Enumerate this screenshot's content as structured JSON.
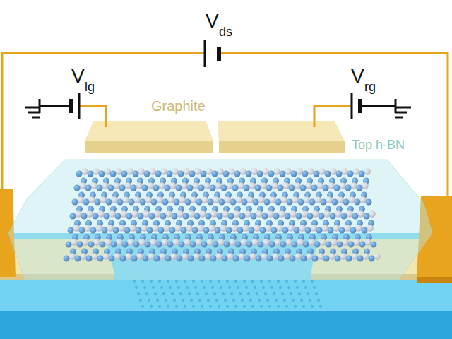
{
  "diagram": {
    "labels": [
      "V",
      "ds",
      "V",
      "lg",
      "V",
      "rg",
      "Graphite",
      "Top h-BN"
    ]
  }
}
